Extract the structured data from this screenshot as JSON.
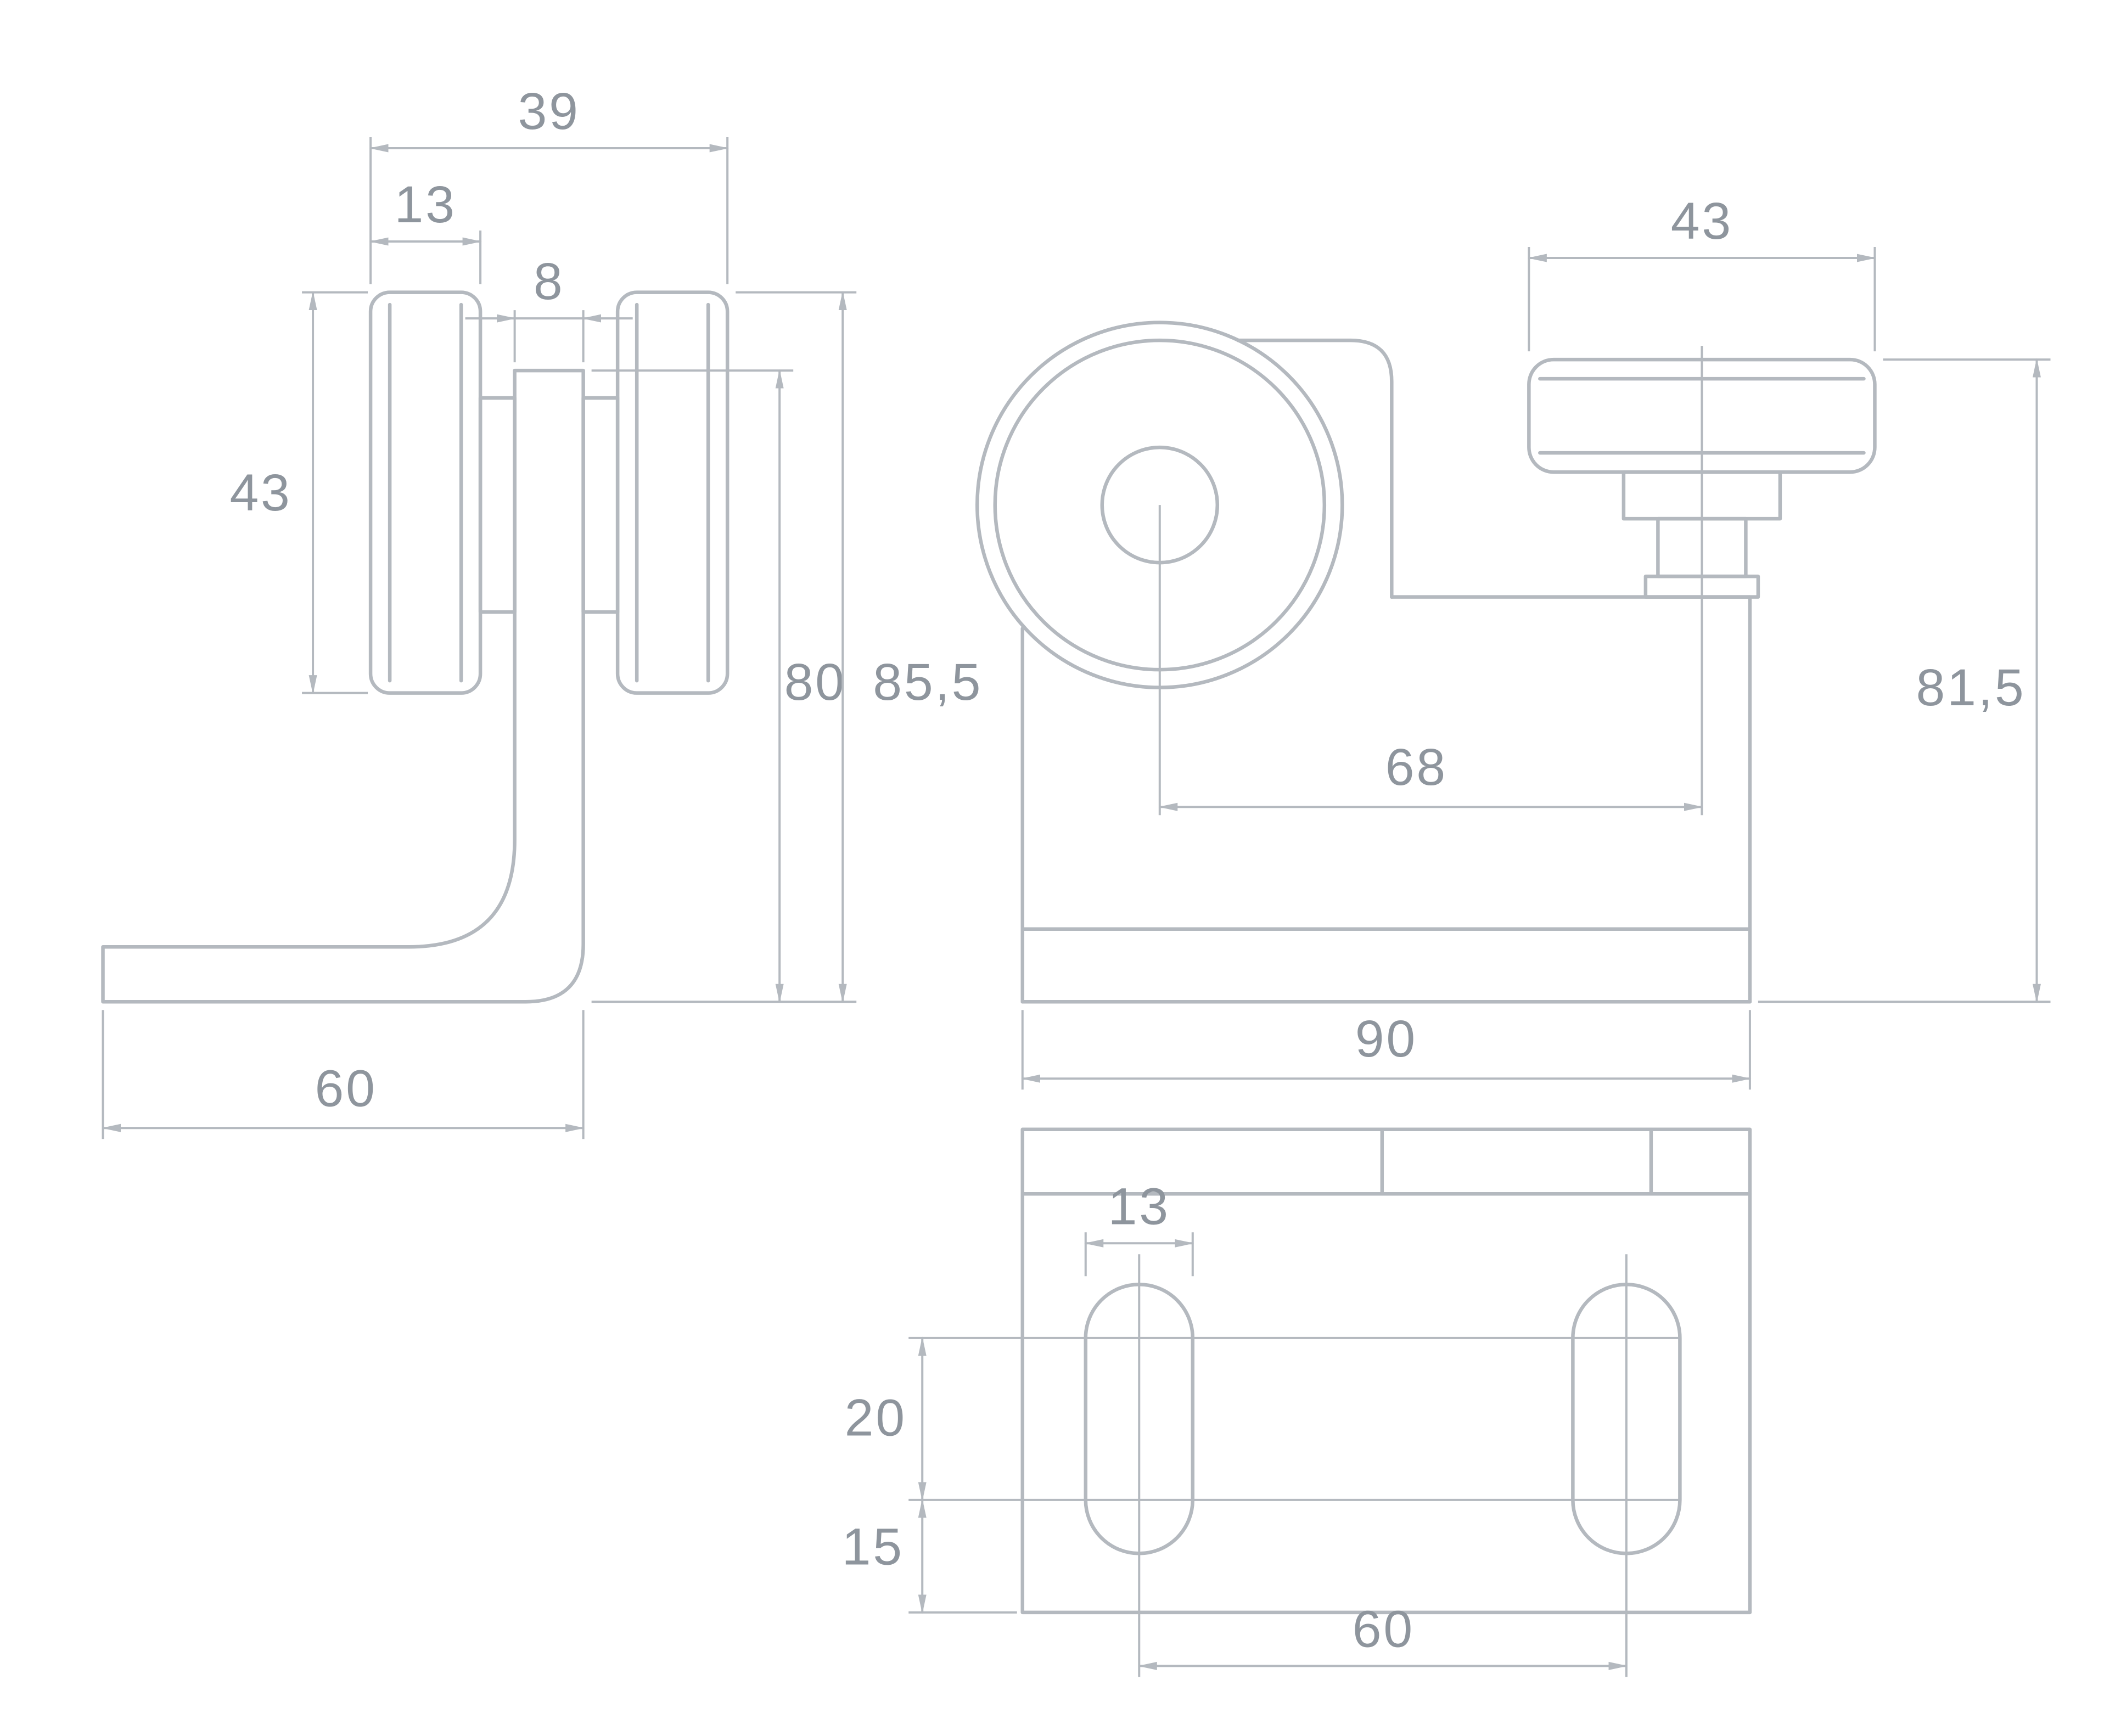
{
  "colors": {
    "background": "#ffffff",
    "line": "#b4b9bf",
    "dimension_text": "#8e959d"
  },
  "views": {
    "side": {
      "dims": {
        "overall_width": "39",
        "roller_width": "13",
        "plate_thickness": "8",
        "roller_diameter": "43",
        "plate_height": "80",
        "overall_height": "85,5",
        "base_depth": "60"
      }
    },
    "front": {
      "dims": {
        "roller_diameter": "43",
        "roller_spacing": "68",
        "overall_height": "81,5",
        "plate_width": "90"
      }
    },
    "plan": {
      "dims": {
        "slot_width": "13",
        "slot_length": "20",
        "slot_edge_distance": "15",
        "slot_spacing": "60"
      }
    }
  }
}
